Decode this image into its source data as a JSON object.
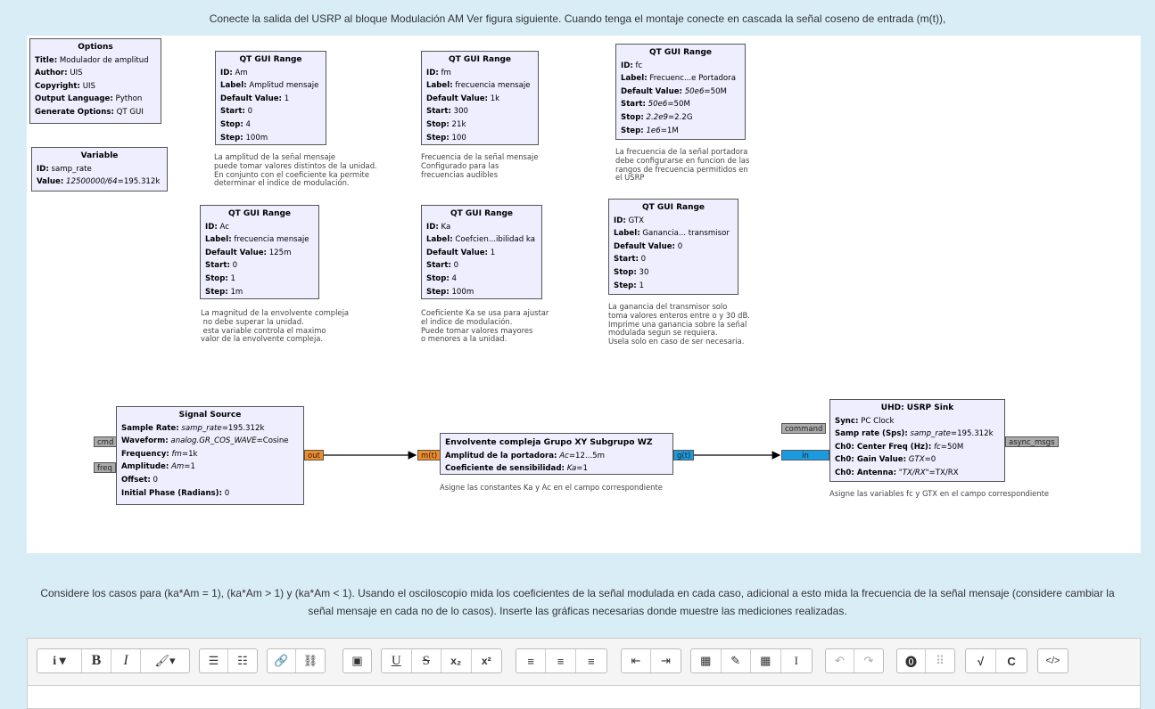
{
  "instructions_top": "Conecte la salida del USRP al bloque Modulación AM Ver figura siguiente. Cuando tenga el montaje conecte en cascada la señal coseno de entrada (m(t)),",
  "options_block": {
    "title": "Options",
    "lines": [
      [
        "Title:",
        "Modulador de amplitud"
      ],
      [
        "Author:",
        "UIS"
      ],
      [
        "Copyright:",
        "UIS"
      ],
      [
        "Output Language:",
        "Python"
      ],
      [
        "Generate Options:",
        "QT GUI"
      ]
    ]
  },
  "variable_block": {
    "title": "Variable",
    "id_label": "ID:",
    "id": "samp_rate",
    "value_label": "Value:",
    "value_expr": "12500000/64",
    "value_result": "=195.312k"
  },
  "range_am": {
    "title": "QT GUI Range",
    "lines": [
      [
        "ID:",
        "Am"
      ],
      [
        "Label:",
        "Amplitud mensaje"
      ],
      [
        "Default Value:",
        "1"
      ],
      [
        "Start:",
        "0"
      ],
      [
        "Stop:",
        "4"
      ],
      [
        "Step:",
        "100m"
      ]
    ],
    "comment": "La amplitud de la señal mensaje\npuede tomar valores distintos de la unidad.\nEn conjunto con el coeficiente ka permite\ndeterminar el indice de modulación."
  },
  "range_fm": {
    "title": "QT GUI Range",
    "lines": [
      [
        "ID:",
        "fm"
      ],
      [
        "Label:",
        "frecuencia mensaje"
      ],
      [
        "Default Value:",
        "1k"
      ],
      [
        "Start:",
        "300"
      ],
      [
        "Stop:",
        "21k"
      ],
      [
        "Step:",
        "100"
      ]
    ],
    "comment": "Frecuencia de la señal mensaje\nConfigurado para las\nfrecuencias audibles"
  },
  "range_fc": {
    "title": "QT GUI Range",
    "id": [
      "ID:",
      "fc"
    ],
    "label": [
      "Label:",
      "Frecuenc...e Portadora"
    ],
    "default": [
      "Default Value:",
      "50e6",
      "=50M"
    ],
    "start": [
      "Start:",
      "50e6",
      "=50M"
    ],
    "stop": [
      "Stop:",
      "2.2e9",
      "=2.2G"
    ],
    "step": [
      "Step:",
      "1e6",
      "=1M"
    ],
    "comment": "La frecuencia de la señal portadora\ndebe configurarse en funcion de las\nrangos de frecuencia permitidos en\nel USRP"
  },
  "range_ac": {
    "title": "QT GUI Range",
    "lines": [
      [
        "ID:",
        "Ac"
      ],
      [
        "Label:",
        "frecuencia mensaje"
      ],
      [
        "Default Value:",
        "125m"
      ],
      [
        "Start:",
        "0"
      ],
      [
        "Stop:",
        "1"
      ],
      [
        "Step:",
        "1m"
      ]
    ],
    "comment": "La magnitud de la envolvente compleja\n no debe superar la unidad.\n esta variable controla el maximo\nvalor de la envolvente compleja."
  },
  "range_ka": {
    "title": "QT GUI Range",
    "lines": [
      [
        "ID:",
        "Ka"
      ],
      [
        "Label:",
        "Coefcien...ibilidad ka"
      ],
      [
        "Default Value:",
        "1"
      ],
      [
        "Start:",
        "0"
      ],
      [
        "Stop:",
        "4"
      ],
      [
        "Step:",
        "100m"
      ]
    ],
    "comment": "Coeficiente Ka se usa para ajustar\nel indice de modulación.\nPuede tomar valores mayores\no menores a la unidad."
  },
  "range_gtx": {
    "title": "QT GUI Range",
    "lines": [
      [
        "ID:",
        "GTX"
      ],
      [
        "Label:",
        "Ganancia... transmisor"
      ],
      [
        "Default Value:",
        "0"
      ],
      [
        "Start:",
        "0"
      ],
      [
        "Stop:",
        "30"
      ],
      [
        "Step:",
        "1"
      ]
    ],
    "comment": "La ganancia del transmisor solo\ntoma valores enteros entre o y 30 dB.\nImprime una ganancia sobre la señal\nmodulada segun se requiera.\nUsela solo en caso de ser necesaria."
  },
  "signal_source": {
    "title": "Signal Source",
    "sample_rate": [
      "Sample Rate:",
      "samp_rate",
      "=195.312k"
    ],
    "waveform": [
      "Waveform:",
      "analog.GR_COS_WAVE",
      "=Cosine"
    ],
    "frequency": [
      "Frequency:",
      "fm",
      "=1k"
    ],
    "amplitude": [
      "Amplitude:",
      "Am",
      "=1"
    ],
    "offset": [
      "Offset:",
      "0"
    ],
    "phase": [
      "Initial Phase (Radians):",
      "0"
    ],
    "port_cmd": "cmd",
    "port_freq": "freq",
    "port_out": "out"
  },
  "envelope_block": {
    "title": "Envolvente compleja Grupo XY Subgrupo WZ",
    "carrier_amp": [
      "Amplitud de la portadora:",
      "Ac",
      "=12...5m"
    ],
    "sensitivity": [
      "Coeficiente de sensibilidad:",
      "Ka",
      "=1"
    ],
    "port_in": "m(t)",
    "port_out": "g(t)",
    "comment": "Asigne las constantes Ka y Ac en el campo correspondiente"
  },
  "usrp_sink": {
    "title": "UHD: USRP Sink",
    "sync": [
      "Sync:",
      "PC Clock"
    ],
    "samp_rate": [
      "Samp rate (Sps):",
      "samp_rate",
      "=195.312k"
    ],
    "center_freq": [
      "Ch0: Center Freq (Hz):",
      "fc",
      "=50M"
    ],
    "gain": [
      "Ch0: Gain Value:",
      "GTX",
      "=0"
    ],
    "antenna": [
      "Ch0: Antenna:",
      "\"TX/RX\"",
      "=TX/RX"
    ],
    "port_command": "command",
    "port_in": "in",
    "port_async": "async_msgs",
    "comment": "Asigne las variables fc y GTX en el campo correspondiente"
  },
  "instructions_mid": "Considere los casos para (ka*Am = 1), (ka*Am > 1) y (ka*Am < 1). Usando el osciloscopio mida los coeficientes de la señal modulada en cada caso, adicional a esto  mida la frecuencia de la señal mensaje (considere cambiar la señal mensaje en cada no de lo casos). Inserte las gráficas necesarias donde muestre las mediciones realizadas.",
  "toolbar": {
    "info": "i ▾",
    "bold": "B",
    "italic": "I",
    "brush": "🖌▾",
    "bullet_list": "☰",
    "num_list": "☷",
    "link": "🔗",
    "unlink": "⛓",
    "image": "▣",
    "underline": "U",
    "strike": "S",
    "subscript": "x₂",
    "superscript": "x²",
    "align_left": "≡",
    "align_center": "≡",
    "align_right": "≡",
    "outdent": "⇤",
    "indent": "⇥",
    "calculator": "▦",
    "edit": "✎",
    "table": "▦",
    "cursor": "I",
    "undo": "↶",
    "redo": "↷",
    "accessibility": "⓿",
    "braille": "⠿",
    "equation": "√",
    "chemistry": "C",
    "html": "</>"
  }
}
